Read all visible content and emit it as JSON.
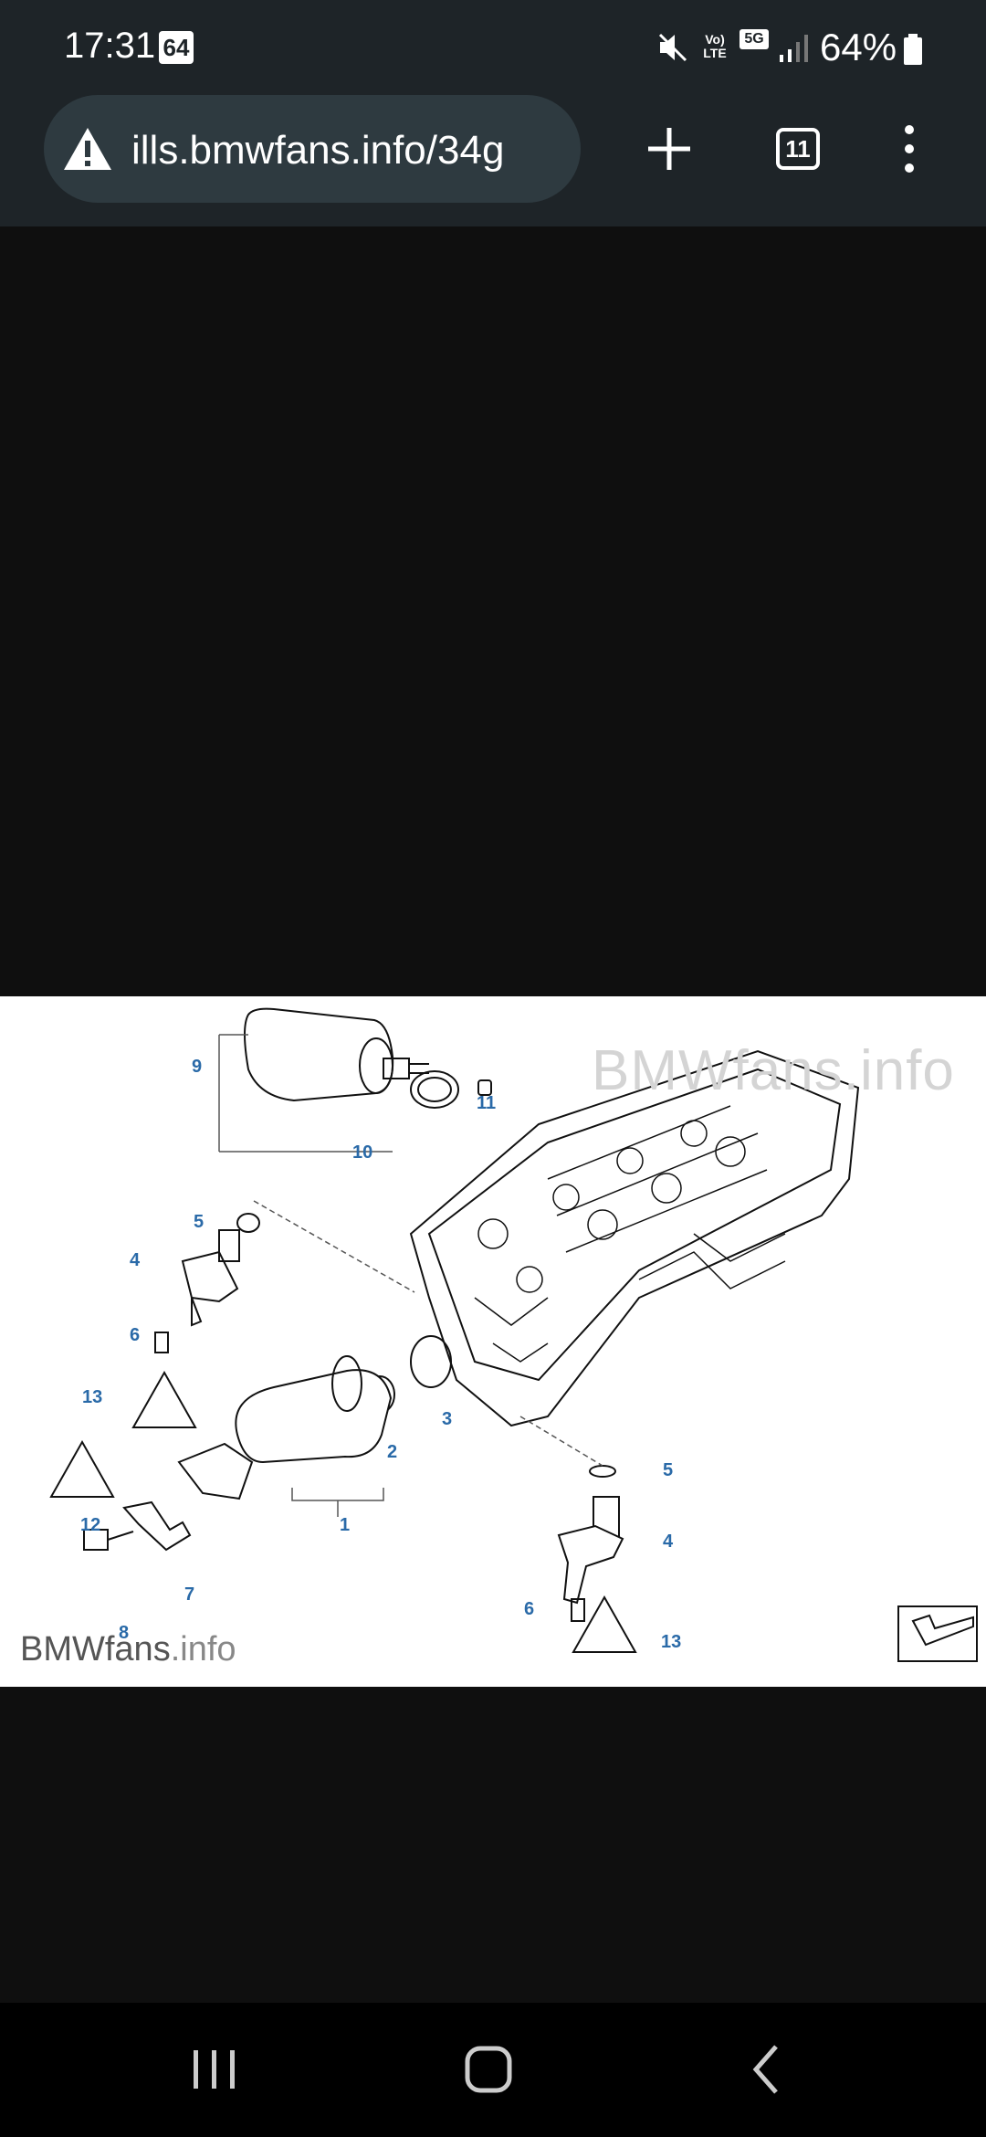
{
  "status_bar": {
    "time": "17:31",
    "badge": "64",
    "battery": "64%",
    "icons": [
      "mute-icon",
      "volte-icon",
      "5g-icon",
      "signal-icon",
      "battery-icon"
    ],
    "network_small": "Vo) LTE",
    "net_5g": "5G"
  },
  "browser": {
    "url": "ills.bmwfans.info/34g",
    "tabs_count": "11",
    "icons": [
      "warning-icon",
      "new-tab-icon",
      "menu-icon"
    ]
  },
  "diagram": {
    "watermark_top_brand": "BMWfans",
    "watermark_top_suffix": ".info",
    "watermark_bottom_brand": "BMWfans",
    "watermark_bottom_suffix": ".info",
    "part_labels": [
      "9",
      "11",
      "10",
      "5",
      "4",
      "6",
      "13",
      "3",
      "2",
      "12",
      "1",
      "5",
      "4",
      "7",
      "8",
      "6",
      "13"
    ]
  },
  "nav": {
    "icons": [
      "recents-icon",
      "home-icon",
      "back-icon"
    ]
  },
  "colors": {
    "status_bg": "#1e2428",
    "url_bg": "#2e3a40",
    "label_blue": "#2a6aa8",
    "page_bg": "#0f0f0f"
  }
}
